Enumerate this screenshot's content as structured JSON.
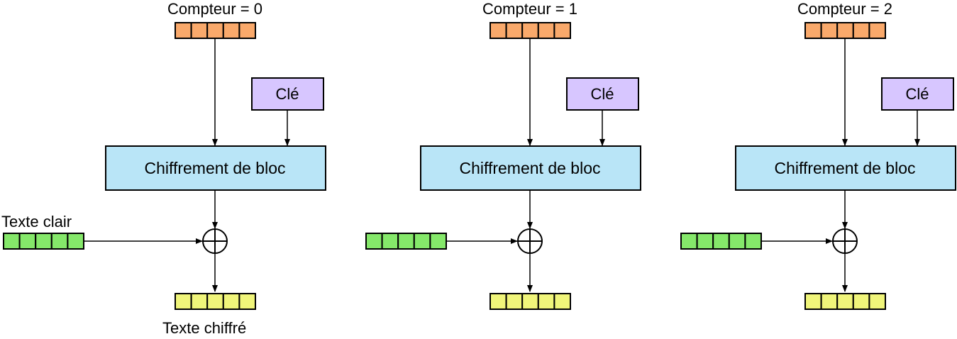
{
  "labels": {
    "plaintext": "Texte clair",
    "ciphertext": "Texte chiffré"
  },
  "stages": [
    {
      "counter_label": "Compteur = 0",
      "key_label": "Clé",
      "cipher_label": "Chiffrement de bloc"
    },
    {
      "counter_label": "Compteur = 1",
      "key_label": "Clé",
      "cipher_label": "Chiffrement de bloc"
    },
    {
      "counter_label": "Compteur = 2",
      "key_label": "Clé",
      "cipher_label": "Chiffrement de bloc"
    }
  ],
  "colors": {
    "counter_fill": "#f9a96b",
    "plaintext_fill": "#85e86a",
    "ciphertext_fill": "#f0f57a",
    "key_fill": "#d7c6ff",
    "cipher_fill": "#b9e5f7",
    "stroke": "#000000"
  }
}
